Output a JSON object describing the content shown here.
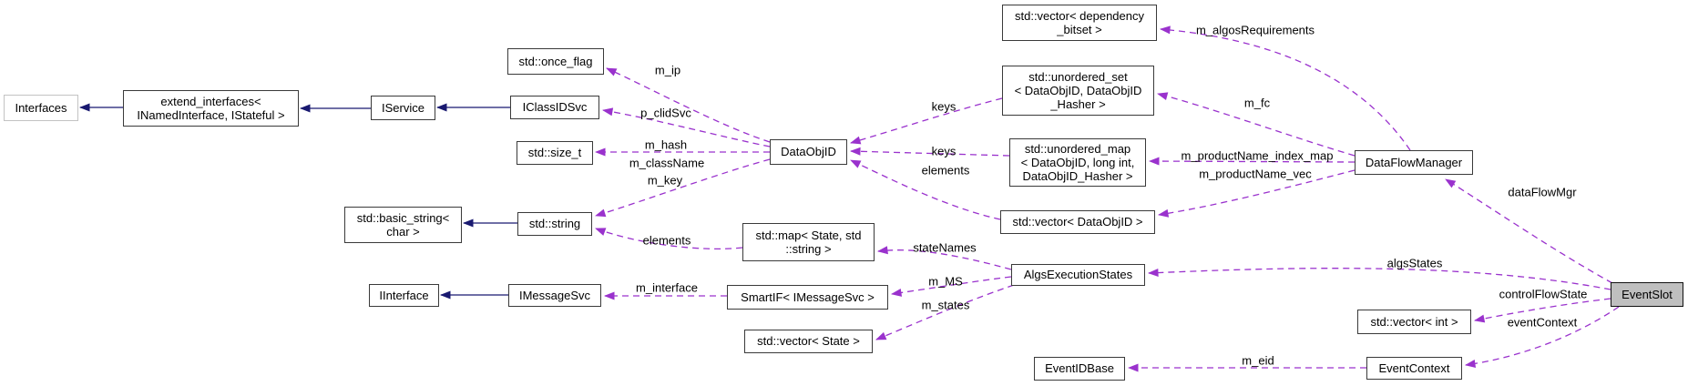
{
  "colors": {
    "background": "#ffffff",
    "inheritance_edge": "#191970",
    "usage_edge": "#9a32cd",
    "node_border": "#3a3a3a",
    "external_node_border": "#c3c3c3",
    "main_node_fill": "#bfbfbf",
    "node_fill": "#ffffff",
    "text": "#000000"
  },
  "nodes": {
    "interfaces": {
      "label": "Interfaces"
    },
    "extend_interfaces": {
      "label": "extend_interfaces<\nINamedInterface, IStateful >"
    },
    "iservice": {
      "label": "IService"
    },
    "once_flag": {
      "label": "std::once_flag"
    },
    "iclassidsvc": {
      "label": "IClassIDSvc"
    },
    "size_t": {
      "label": "std::size_t"
    },
    "basic_string": {
      "label": "std::basic_string<\nchar >"
    },
    "string": {
      "label": "std::string"
    },
    "iinterface": {
      "label": "IInterface"
    },
    "imessagesvc": {
      "label": "IMessageSvc"
    },
    "smartif": {
      "label": "SmartIF< IMessageSvc >"
    },
    "map_state_string": {
      "label": "std::map< State, std\n::string >"
    },
    "vector_state": {
      "label": "std::vector< State >"
    },
    "dataobjid": {
      "label": "DataObjID"
    },
    "vector_dependency_bitset": {
      "label": "std::vector< dependency\n_bitset >"
    },
    "unordered_set": {
      "label": "std::unordered_set\n< DataObjID, DataObjID\n_Hasher >"
    },
    "unordered_map": {
      "label": "std::unordered_map\n< DataObjID, long int,\nDataObjID_Hasher >"
    },
    "vector_dataobjid": {
      "label": "std::vector< DataObjID >"
    },
    "algsexecutionstates": {
      "label": "AlgsExecutionStates"
    },
    "eventidbase": {
      "label": "EventIDBase"
    },
    "dataflowmanager": {
      "label": "DataFlowManager"
    },
    "vector_int": {
      "label": "std::vector< int >"
    },
    "eventcontext": {
      "label": "EventContext"
    },
    "eventslot": {
      "label": "EventSlot"
    }
  },
  "edge_labels": {
    "m_ip": "m_ip",
    "p_clidSvc": "p_clidSvc",
    "m_hash": "m_hash",
    "m_className": "m_className",
    "m_key": "m_key",
    "elements_map": "elements",
    "m_interface": "m_interface",
    "keys_set": "keys",
    "keys_map": "keys",
    "elements_vector": "elements",
    "stateNames": "stateNames",
    "m_MS": "m_MS",
    "m_states": "m_states",
    "m_algosRequirements": "m_algosRequirements",
    "m_fc": "m_fc",
    "m_productName_index_map": "m_productName_index_map",
    "m_productName_vec": "m_productName_vec",
    "dataFlowMgr": "dataFlowMgr",
    "algsStates": "algsStates",
    "controlFlowState": "controlFlowState",
    "eventContext": "eventContext",
    "m_eid": "m_eid"
  }
}
